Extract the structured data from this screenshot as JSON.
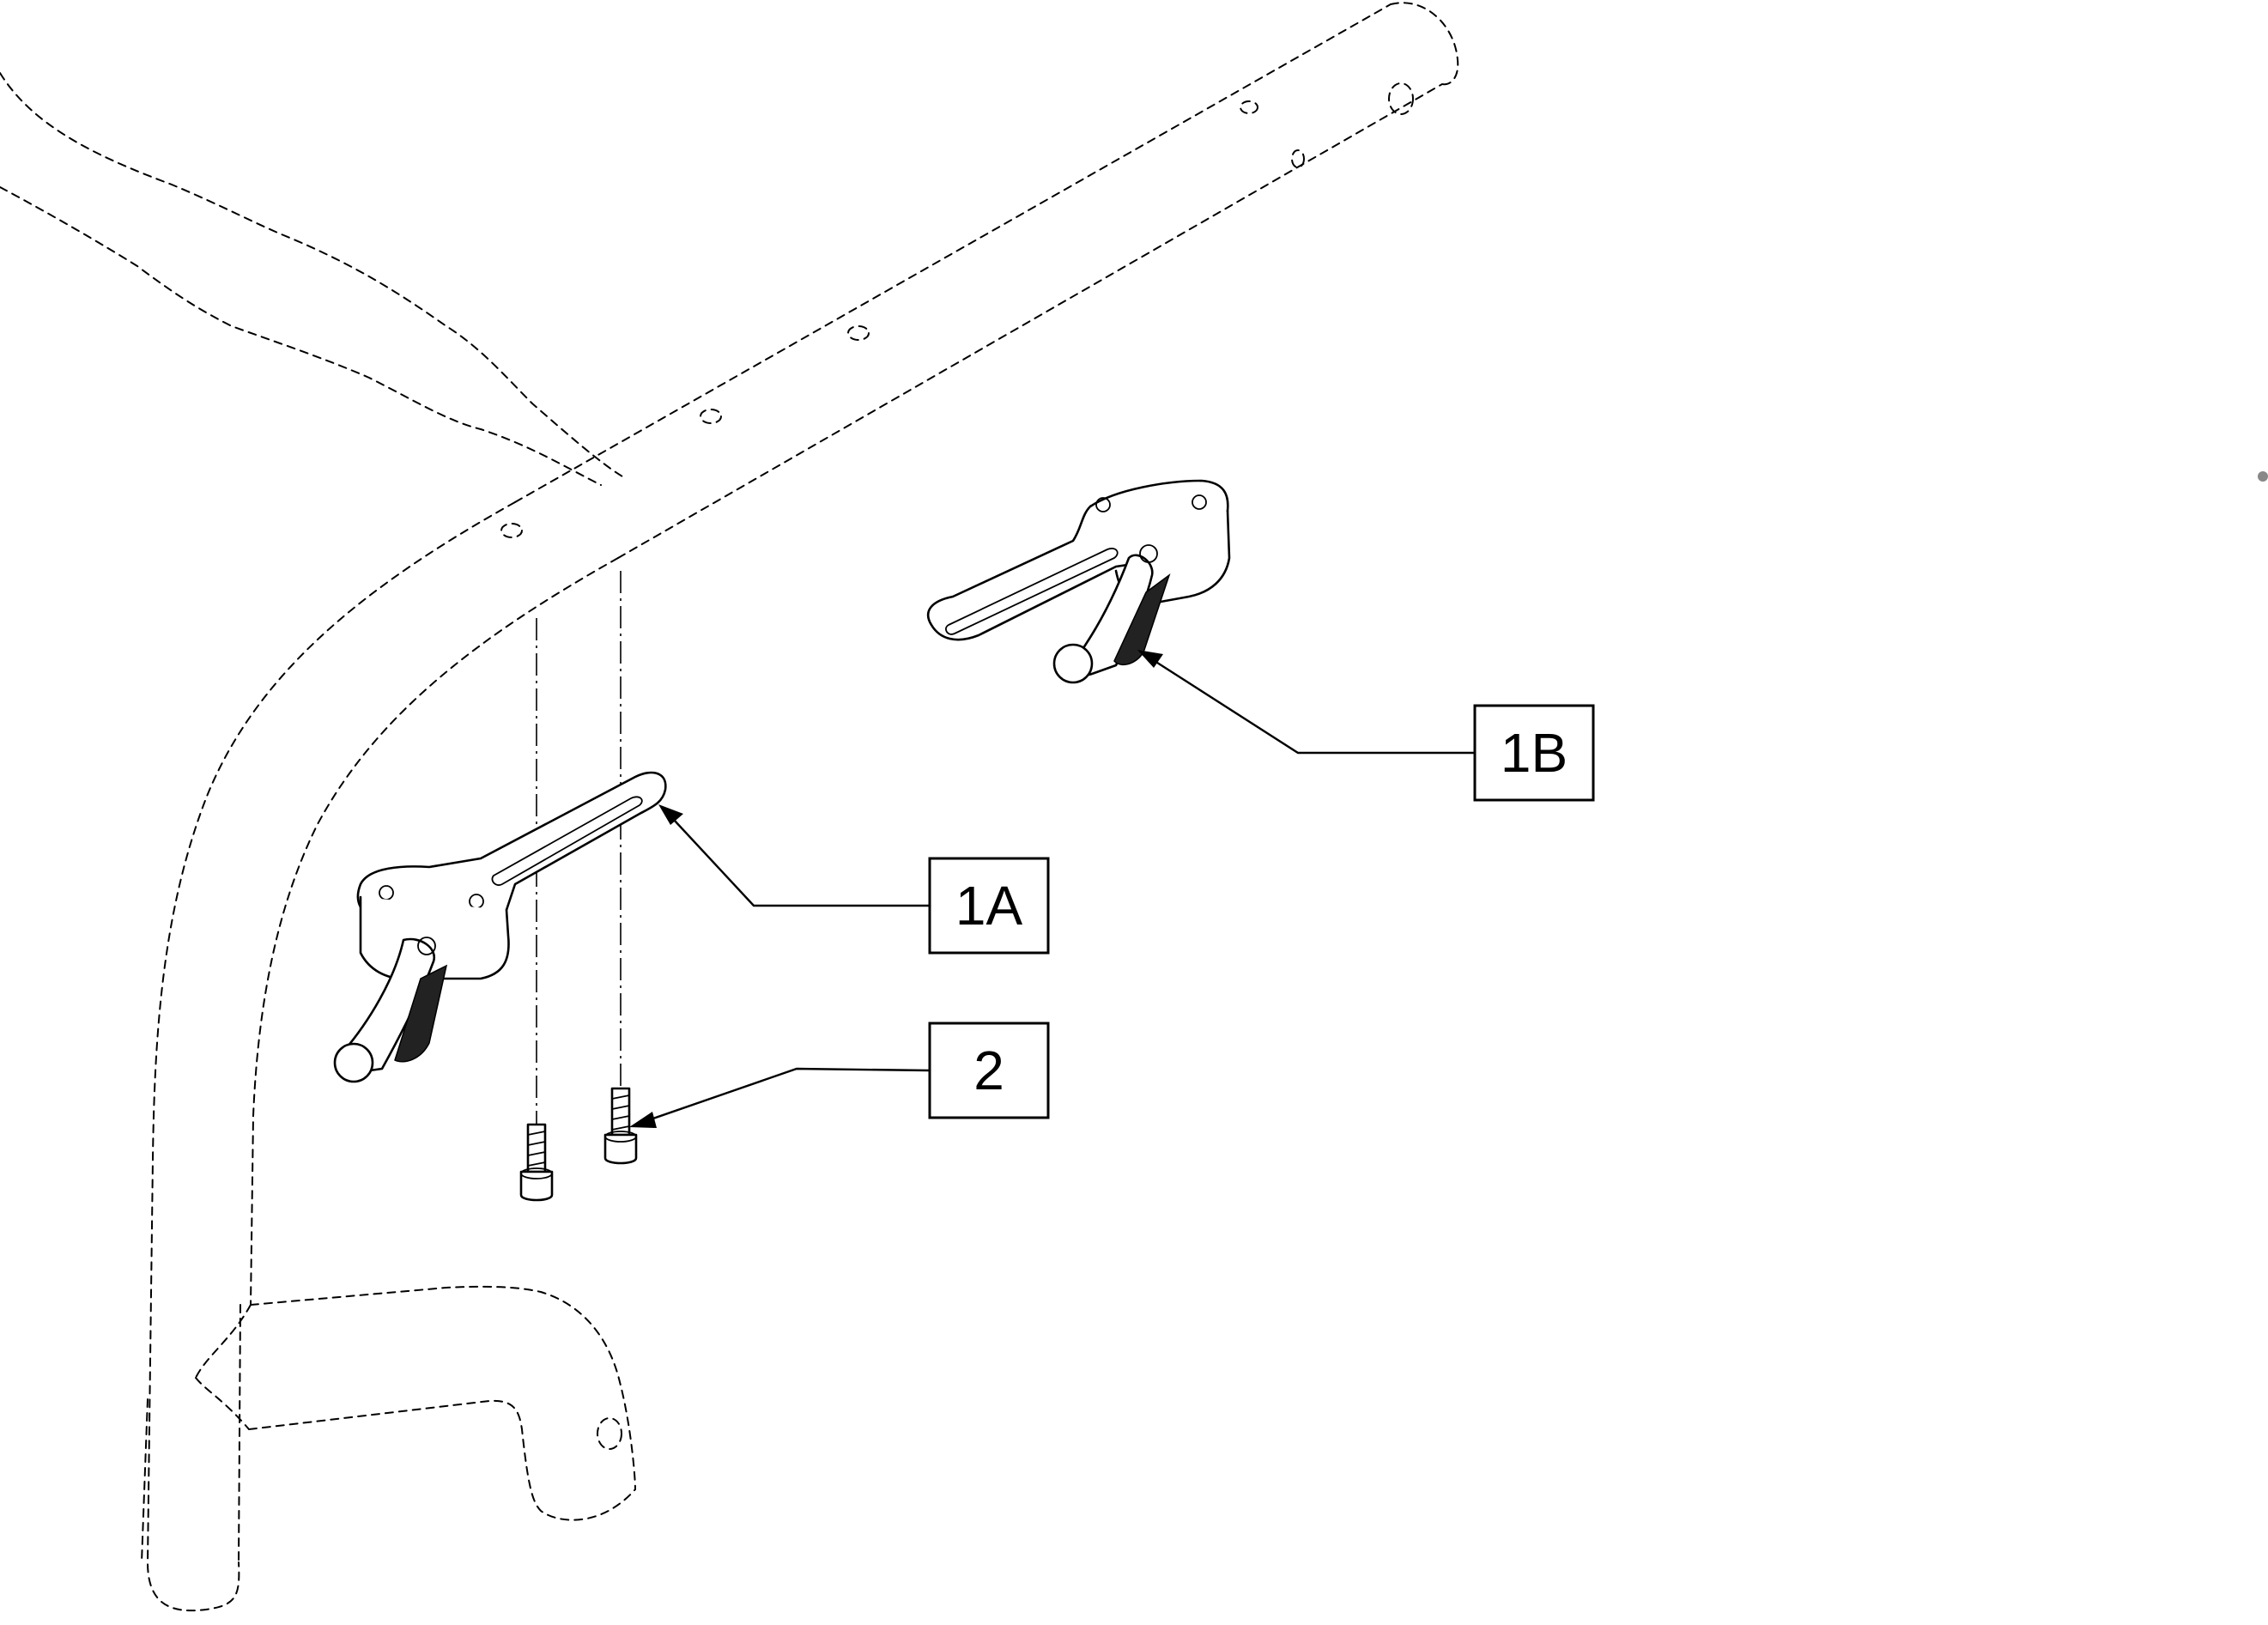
{
  "callouts": {
    "c1A": {
      "label": "1A",
      "part": "mounting-bracket-clamp"
    },
    "c1B": {
      "label": "1B",
      "part": "mounting-bracket-clamp"
    },
    "c2": {
      "label": "2",
      "part": "socket-head-screw"
    }
  },
  "colors": {
    "line": "#000000",
    "background": "#ffffff",
    "knurl": "#222222"
  }
}
